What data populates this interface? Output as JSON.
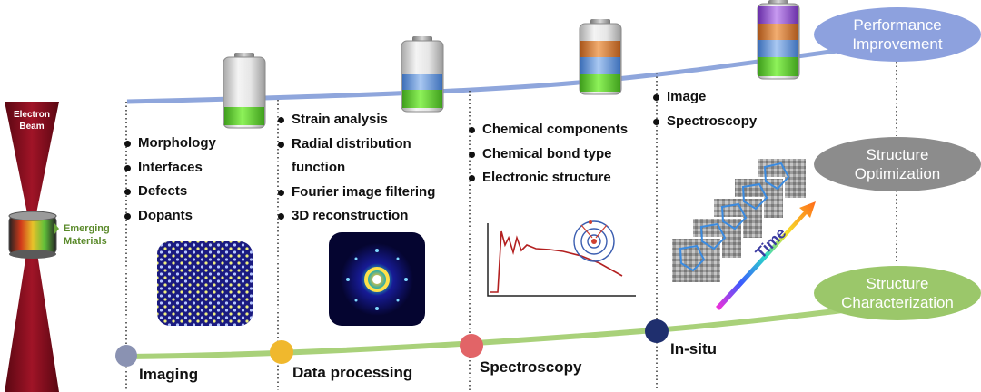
{
  "beam": {
    "label_line1": "Electron",
    "label_line2": "Beam"
  },
  "materials": {
    "label_line1": "Emerging",
    "label_line2": "Materials"
  },
  "stages": [
    {
      "name": "Imaging",
      "items": [
        "Morphology",
        "Interfaces",
        "Defects",
        "Dopants"
      ]
    },
    {
      "name": "Data processing",
      "items": [
        "Strain analysis",
        "Radial distribution",
        "function",
        "Fourier image filtering",
        "3D reconstruction"
      ]
    },
    {
      "name": "Spectroscopy",
      "items": [
        "Chemical components",
        "Chemical bond type",
        "Electronic structure"
      ]
    },
    {
      "name": "In-situ",
      "items": [
        "Image",
        "Spectroscopy"
      ]
    }
  ],
  "goals": [
    {
      "line1": "Performance",
      "line2": "Improvement"
    },
    {
      "line1": "Structure",
      "line2": "Optimization"
    },
    {
      "line1": "Structure",
      "line2": "Characterization"
    }
  ],
  "time_label": "Time",
  "colors": {
    "beam": "#8b1020",
    "top_curve": "#8fa6dc",
    "bottom_curve": "#a9d17a",
    "node_imaging": "#8a92b2",
    "node_processing": "#f0b82d",
    "node_spectroscopy": "#e26467",
    "node_insitu": "#1f2f6e",
    "oval_performance": "#8da1de",
    "oval_optimization": "#8c8c8c",
    "oval_characterization": "#9bc76a",
    "battery_green": "#6fd43a",
    "battery_blue": "#6e9fe0",
    "battery_orange": "#e0883e",
    "battery_purple": "#9a5fd0"
  }
}
